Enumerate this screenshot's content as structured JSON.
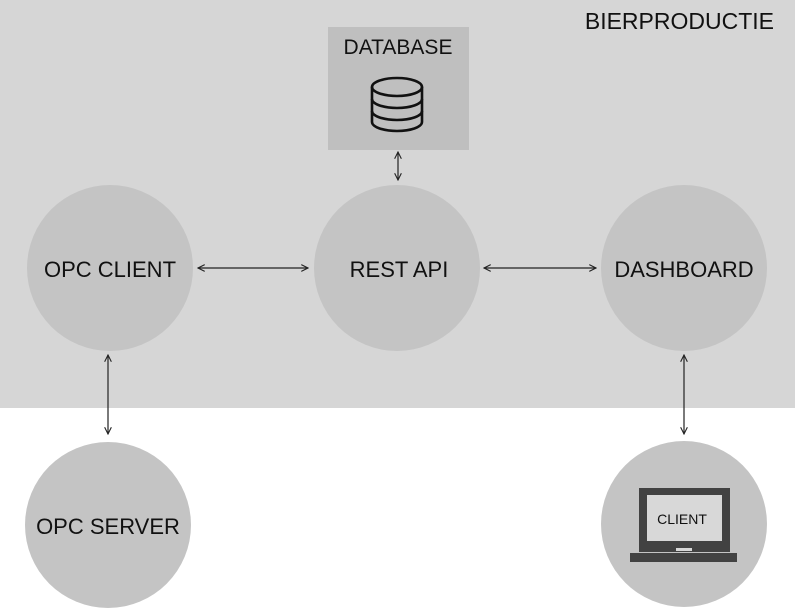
{
  "system_region": {
    "label": "BIERPRODUCTIE",
    "color": "#d6d6d6",
    "label_color": "#666666"
  },
  "nodes": {
    "database": {
      "label": "DATABASE",
      "icon": "database-icon",
      "color": "#bfbfbf"
    },
    "opc_client": {
      "label": "OPC CLIENT",
      "color": "#c4c4c4"
    },
    "rest_api": {
      "label": "REST API",
      "color": "#c4c4c4"
    },
    "dashboard": {
      "label": "DASHBOARD",
      "color": "#c4c4c4"
    },
    "opc_server": {
      "label": "OPC SERVER",
      "color": "#c4c4c4"
    },
    "client": {
      "label": "CLIENT",
      "icon": "laptop-icon",
      "color": "#c4c4c4"
    }
  },
  "connections": [
    {
      "from": "database",
      "to": "rest_api",
      "style": "bidirectional"
    },
    {
      "from": "opc_client",
      "to": "rest_api",
      "style": "bidirectional"
    },
    {
      "from": "rest_api",
      "to": "dashboard",
      "style": "bidirectional"
    },
    {
      "from": "opc_client",
      "to": "opc_server",
      "style": "bidirectional"
    },
    {
      "from": "dashboard",
      "to": "client",
      "style": "bidirectional"
    }
  ]
}
